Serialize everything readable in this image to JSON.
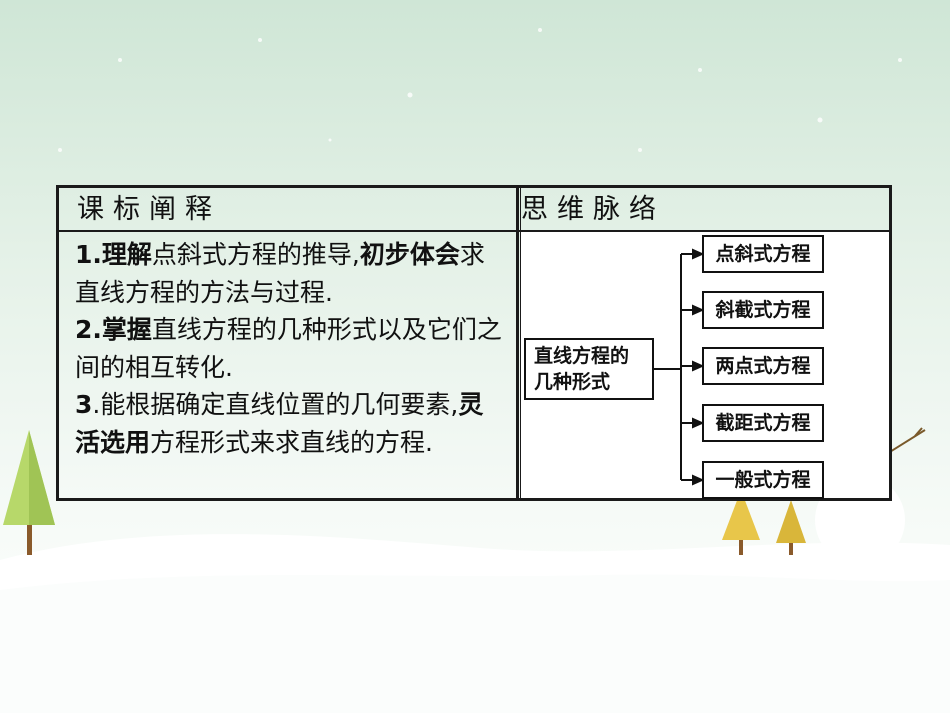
{
  "header": {
    "left": "课 标 阐 释",
    "right": "思 维 脉 络"
  },
  "left_items": [
    {
      "num": "1",
      "parts": [
        {
          "text": ".理解",
          "bold": true
        },
        {
          "text": "点斜式方程的推导,",
          "bold": false
        },
        {
          "text": "初步体会",
          "bold": true
        },
        {
          "text": "求直线方程的方法与过程.",
          "bold": false
        }
      ]
    },
    {
      "num": "2",
      "parts": [
        {
          "text": ".掌握",
          "bold": true
        },
        {
          "text": "直线方程的几种形式以及它们之间的相互转化.",
          "bold": false
        }
      ]
    },
    {
      "num": "3",
      "parts": [
        {
          "text": ".能根据确定直线位置的几何要素,",
          "bold": false
        },
        {
          "text": "灵活选用",
          "bold": true
        },
        {
          "text": "方程形式来求直线的方程.",
          "bold": false
        }
      ]
    }
  ],
  "mindmap": {
    "root_line1": "直线方程的",
    "root_line2": "几种形式",
    "leaves": [
      "点斜式方程",
      "斜截式方程",
      "两点式方程",
      "截距式方程",
      "一般式方程"
    ]
  }
}
